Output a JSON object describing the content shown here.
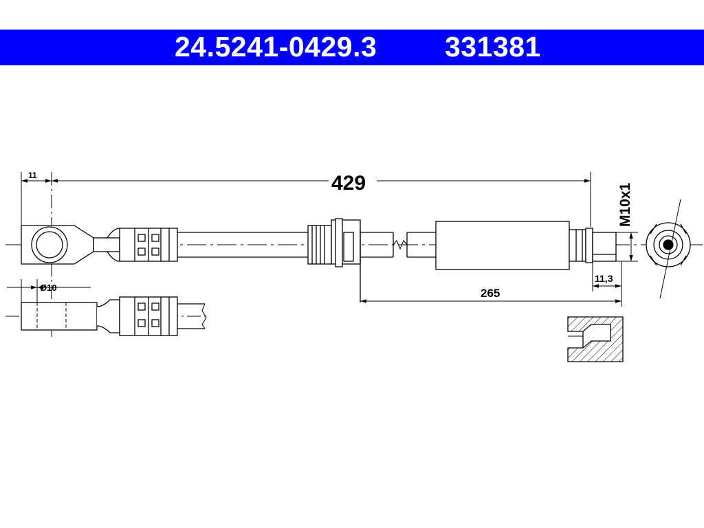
{
  "header": {
    "part_number": "24.5241-0429.3",
    "alt_number": "331381",
    "colors": {
      "bar": "#0000ff",
      "text": "#ffffff"
    }
  },
  "dimensions": {
    "overall_length": "429",
    "eye_offset": "11",
    "eye_diameter": "Ø10",
    "thread": "M10x1",
    "thread_length": "11,3",
    "section_length": "265"
  }
}
